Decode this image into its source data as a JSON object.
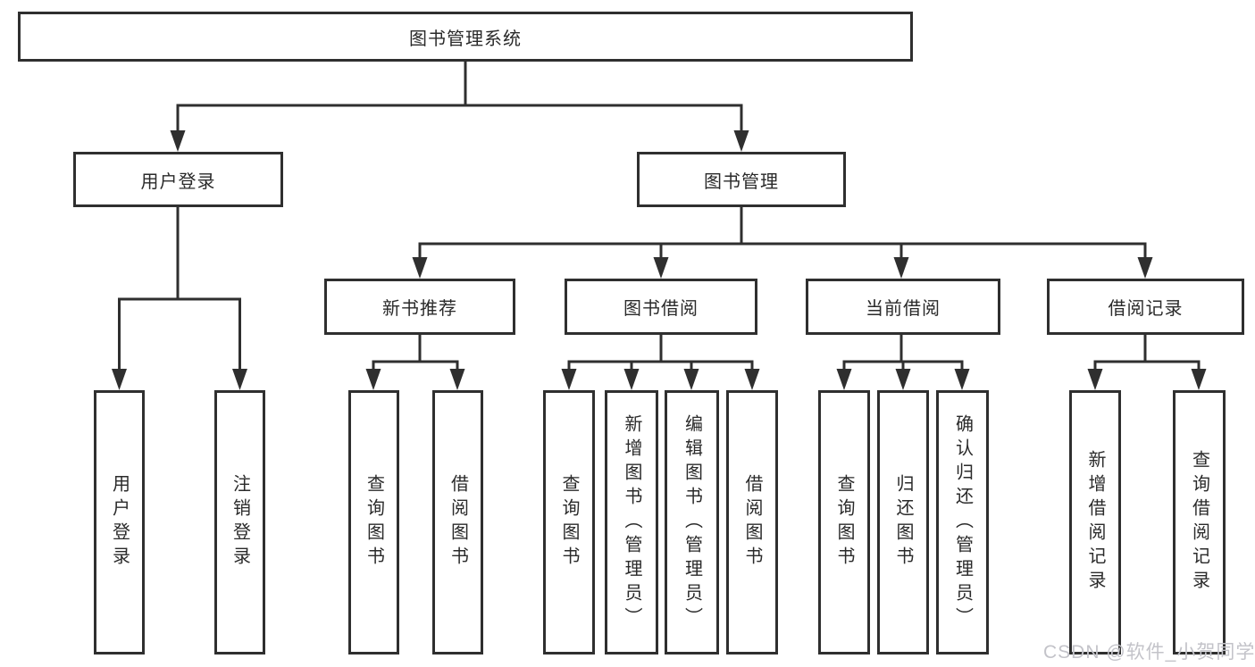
{
  "diagram": {
    "root": "图书管理系统",
    "level2": {
      "user_login": "用户登录",
      "book_mgmt": "图书管理"
    },
    "level3": {
      "new_book": "新书推荐",
      "book_borrow": "图书借阅",
      "current_borrow": "当前借阅",
      "borrow_record": "借阅记录"
    },
    "leaves": {
      "user_login": [
        "用户登录",
        "注销登录"
      ],
      "new_book": [
        "查询图书",
        "借阅图书"
      ],
      "book_borrow": [
        "查询图书",
        "新增图书（管理员）",
        "编辑图书（管理员）",
        "借阅图书"
      ],
      "current_borrow": [
        "查询图书",
        "归还图书",
        "确认归还（管理员）"
      ],
      "borrow_record": [
        "新增借阅记录",
        "查询借阅记录"
      ]
    }
  },
  "watermark": "CSDN @软件_小贺同学",
  "colors": {
    "line": "#2f2f2f",
    "text": "#2a2a2a",
    "watermark": "#c3c3c9",
    "background": "#ffffff"
  }
}
